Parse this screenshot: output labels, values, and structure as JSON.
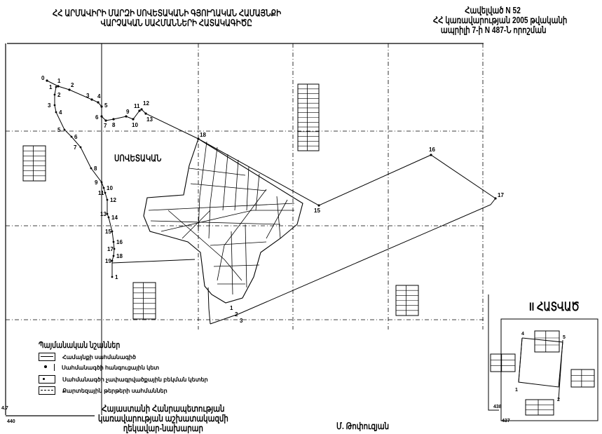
{
  "header": {
    "title_line1": "ՀՀ ԱՐՄԱՎԻՐԻ ՄԱՐԶԻ ՍՈՎԵՏԱԿԱՆԻ ԳՅՈՒՂԱԿԱՆ ՀԱՄԱՅՆՔԻ",
    "title_line2": "ՎԱՐՉԱԿԱՆ ՍԱՀՄԱՆՆԵՐԻ ՀԱՏԱԿԱԳԻԾԸ",
    "annex_line1": "Հավելված N 52",
    "annex_line2": "ՀՀ կառավարության 2005 թվականի",
    "annex_line3": "ապրիլի 7-ի N 487-Ն որոշման"
  },
  "map": {
    "settlement_label": "ՍՈՎԵՏԱԿԱՆ",
    "north_points": [
      "0",
      "1",
      "2",
      "3",
      "4",
      "5",
      "6",
      "7",
      "8",
      "9",
      "10",
      "11",
      "12",
      "13",
      "18",
      "15",
      "16",
      "17"
    ],
    "west_points": [
      "1",
      "2",
      "3",
      "4",
      "5",
      "6",
      "7",
      "8",
      "9",
      "10",
      "11",
      "12",
      "13",
      "14",
      "15",
      "16",
      "17",
      "18",
      "19",
      "1"
    ],
    "south_points": [
      "1",
      "2",
      "3"
    ],
    "corner_labels": [
      "4.7",
      "440",
      "438",
      "437"
    ]
  },
  "inset": {
    "title": "II ՀԱՏՎԱԾ",
    "points": [
      "4",
      "5",
      "1",
      "2"
    ]
  },
  "legend": {
    "title": "Պայմանական նշաններ",
    "items": [
      {
        "symbol": "boundary-line",
        "label": "Համայնքի սահմանագիծ"
      },
      {
        "symbol": "node-point",
        "label": "Սահմանագծի հանգուցային կետ"
      },
      {
        "symbol": "break-point",
        "label": "Սահմանագծի չափագրվածքային բեկման կետեր"
      },
      {
        "symbol": "dashed-line",
        "label": "Քարտեզային թերթերի սահմաններ"
      }
    ]
  },
  "signature": {
    "line1": "Հայաստանի Հանրապետության",
    "line2": "կառավարության աշխատակազմի",
    "line3": "ղեկավար-նախարար",
    "name": "Մ. Թոփուզյան"
  },
  "colors": {
    "ink": "#000000",
    "paper": "#ffffff"
  }
}
